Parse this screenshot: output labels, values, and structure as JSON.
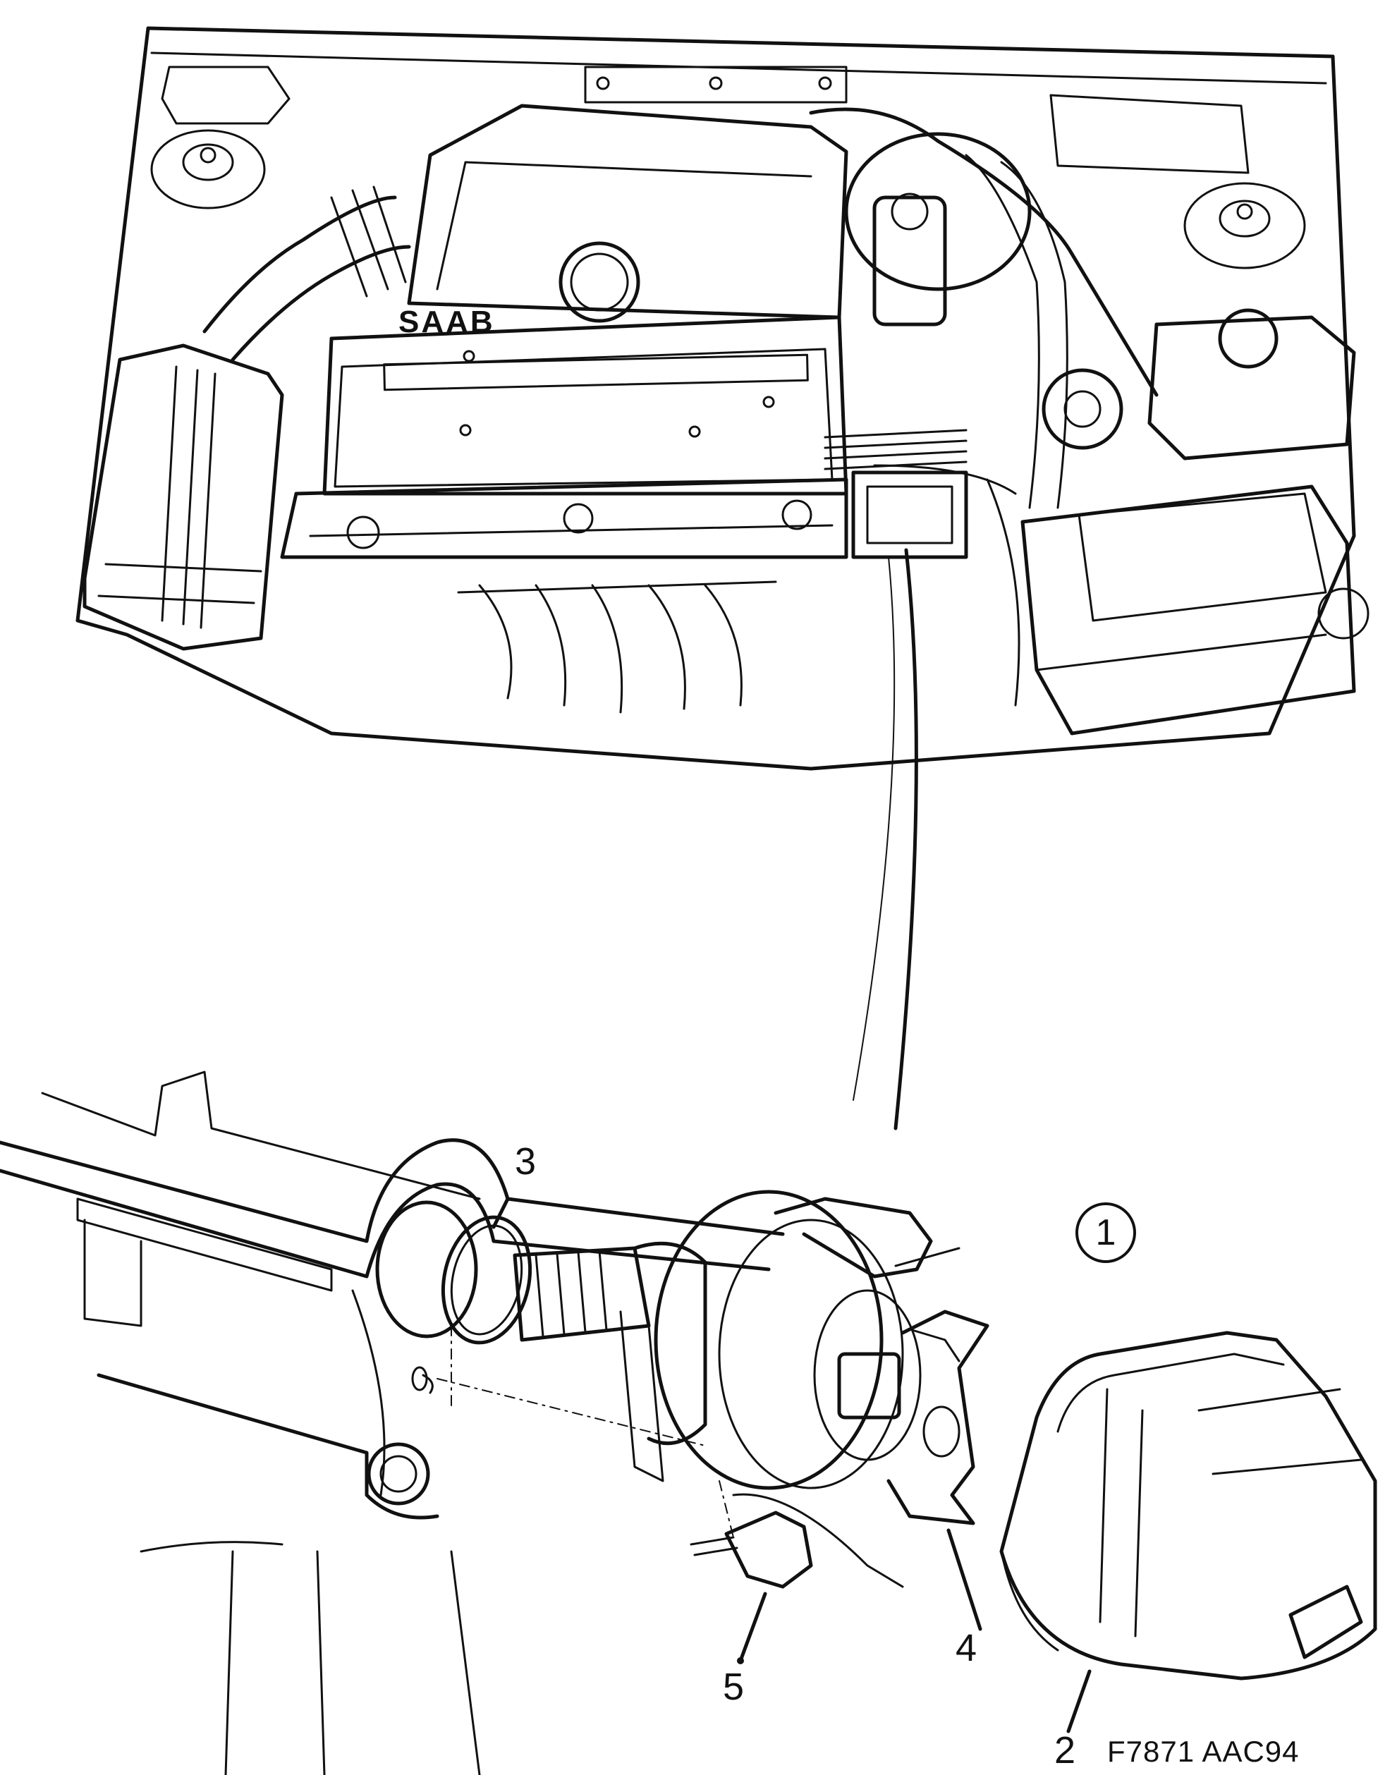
{
  "figure": {
    "brand_label": "SAAB",
    "view_number": "1",
    "reference_code": "F7871 AAC94"
  },
  "callouts": [
    {
      "id": "c2",
      "label": "2"
    },
    {
      "id": "c3",
      "label": "3"
    },
    {
      "id": "c4",
      "label": "4"
    },
    {
      "id": "c5",
      "label": "5"
    }
  ],
  "icons": {
    "engine_bay": "engine-bay-illustration",
    "distributor": "distributor-exploded-illustration"
  }
}
